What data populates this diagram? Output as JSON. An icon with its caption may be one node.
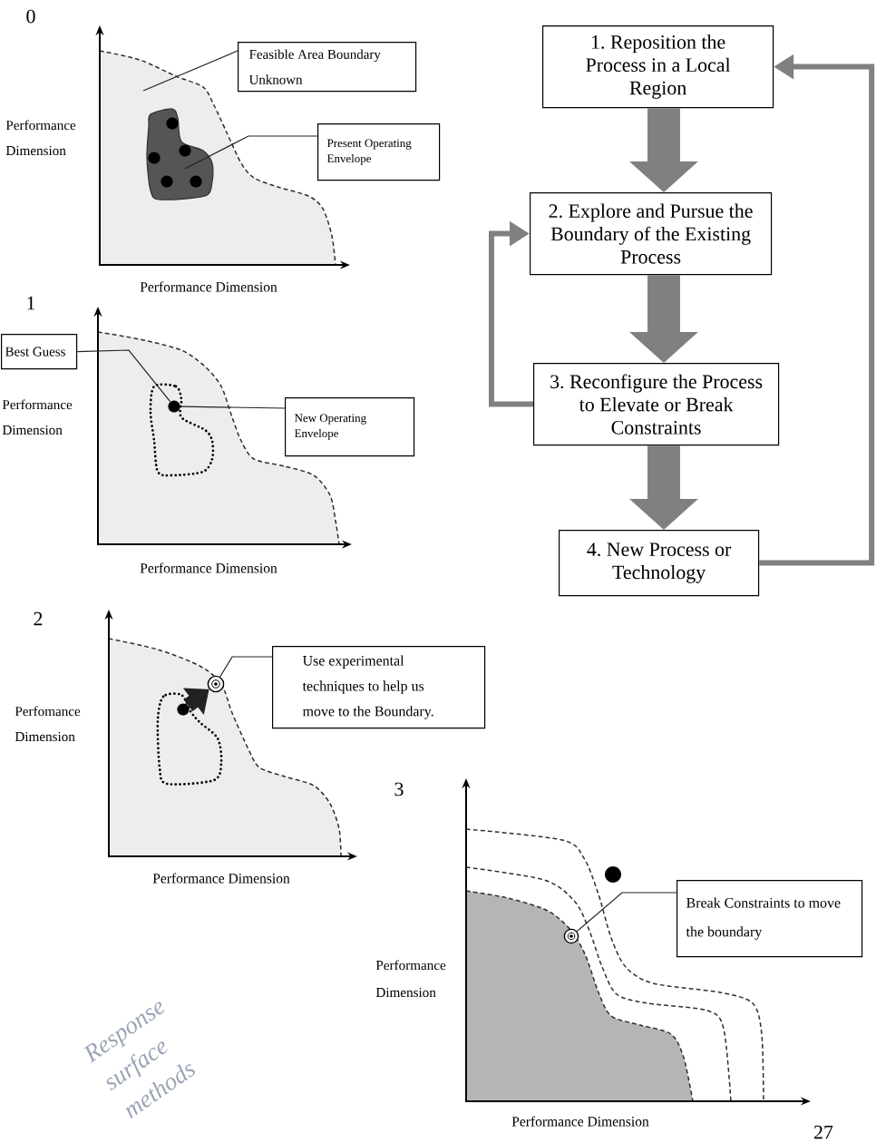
{
  "diagram": {
    "nodes": [
      {
        "text": [
          "Feasible Area Boundary Unknown"
        ]
      },
      {
        "text": [],
        "shape": "blob"
      },
      {
        "text": [
          "Present Operating Envelope"
        ]
      },
      {
        "text": [
          "Best Guess"
        ]
      },
      {
        "text": [],
        "shape": "circle"
      },
      {
        "text": [
          "New Operating Envelope"
        ]
      },
      {
        "text": [
          "1. Reposition the Process in a Local Region"
        ]
      },
      {
        "text": [
          "2. Explore and Pursue the Boundary of the Existing Process"
        ]
      },
      {
        "text": [
          "3. Reconfigure the Process to Elevate or Break Constraints"
        ]
      },
      {
        "text": [
          "4. New Process or Technology"
        ]
      },
      {
        "text": [],
        "shape": "circle"
      },
      {
        "text": [],
        "shape": "target"
      },
      {
        "text": [
          "Use experimental techniques to help us move to the Boundary."
        ]
      },
      {
        "text": [],
        "shape": "target"
      },
      {
        "text": [
          "Break Constraints to move the boundary"
        ]
      }
    ],
    "edges": [
      {
        "from": 0,
        "to": null,
        "arrow": "none"
      },
      {
        "from": 2,
        "to": 1,
        "arrow": "none"
      },
      {
        "from": 3,
        "to": 4,
        "arrow": "none"
      },
      {
        "from": 5,
        "to": 4,
        "arrow": "none"
      },
      {
        "from": 6,
        "to": 7,
        "arrow": "to",
        "style": "thick",
        "color": "#808080"
      },
      {
        "from": 7,
        "to": 8,
        "arrow": "to",
        "style": "thick",
        "color": "#808080"
      },
      {
        "from": 8,
        "to": 9,
        "arrow": "to",
        "style": "thick",
        "color": "#808080"
      },
      {
        "from": 9,
        "to": 6,
        "arrow": "to",
        "style": "thick",
        "color": "#808080"
      },
      {
        "from": 8,
        "to": 7,
        "arrow": "to",
        "style": "thick",
        "color": "#808080"
      },
      {
        "from": 10,
        "to": 11,
        "arrow": "to",
        "style": "thick"
      },
      {
        "from": 12,
        "to": 11,
        "arrow": "none"
      },
      {
        "from": 14,
        "to": 13,
        "arrow": "none"
      }
    ],
    "labels": [
      "0",
      "Performance Dimension",
      "Performance Dimension",
      "1",
      "Performance Dimension",
      "Performance Dimension",
      "2",
      "Perfomance Dimension",
      "Performance Dimension",
      "3",
      "Performance Dimension",
      "Performance Dimension",
      "Response surface methods",
      "27"
    ]
  }
}
